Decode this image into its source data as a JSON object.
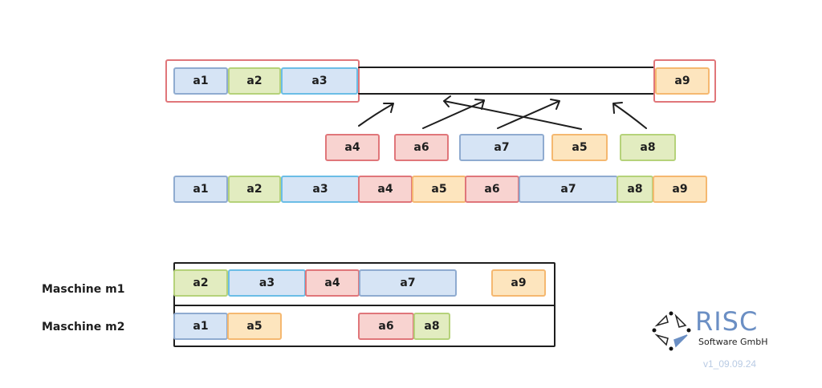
{
  "diagram": {
    "top_row": {
      "fixed_left": [
        {
          "id": "a1",
          "label": "a1",
          "color": "blue"
        },
        {
          "id": "a2",
          "label": "a2",
          "color": "green"
        },
        {
          "id": "a3",
          "label": "a3",
          "color": "cyan"
        }
      ],
      "fixed_right": [
        {
          "id": "a9",
          "label": "a9",
          "color": "orange"
        }
      ]
    },
    "pending_jobs": [
      {
        "id": "a4",
        "label": "a4",
        "color": "red"
      },
      {
        "id": "a6",
        "label": "a6",
        "color": "red"
      },
      {
        "id": "a7",
        "label": "a7",
        "color": "blue"
      },
      {
        "id": "a5",
        "label": "a5",
        "color": "orange"
      },
      {
        "id": "a8",
        "label": "a8",
        "color": "green"
      }
    ],
    "sequence": [
      {
        "id": "a1",
        "label": "a1",
        "color": "blue"
      },
      {
        "id": "a2",
        "label": "a2",
        "color": "green"
      },
      {
        "id": "a3",
        "label": "a3",
        "color": "cyan"
      },
      {
        "id": "a4",
        "label": "a4",
        "color": "red"
      },
      {
        "id": "a5",
        "label": "a5",
        "color": "orange"
      },
      {
        "id": "a6",
        "label": "a6",
        "color": "red"
      },
      {
        "id": "a7",
        "label": "a7",
        "color": "blue"
      },
      {
        "id": "a8",
        "label": "a8",
        "color": "green"
      },
      {
        "id": "a9",
        "label": "a9",
        "color": "orange"
      }
    ],
    "machines": [
      {
        "label": "Maschine m1",
        "jobs": [
          {
            "label": "a2",
            "color": "green"
          },
          {
            "label": "a3",
            "color": "cyan"
          },
          {
            "label": "a4",
            "color": "red"
          },
          {
            "label": "a7",
            "color": "blue"
          },
          {
            "label": "a9",
            "color": "orange"
          }
        ]
      },
      {
        "label": "Maschine m2",
        "jobs": [
          {
            "label": "a1",
            "color": "blue"
          },
          {
            "label": "a5",
            "color": "orange"
          },
          {
            "label": "a6",
            "color": "red"
          },
          {
            "label": "a8",
            "color": "green"
          }
        ]
      }
    ]
  },
  "logo": {
    "name": "RISC",
    "subtitle": "Software GmbH",
    "version": "v1_09.09.24"
  },
  "colors": {
    "blue_fill": "#d6e4f5",
    "green_fill": "#e2ecc0",
    "red_fill": "#f8d3d0",
    "orange_fill": "#fde5be",
    "logo_blue": "#6b8fc4"
  }
}
